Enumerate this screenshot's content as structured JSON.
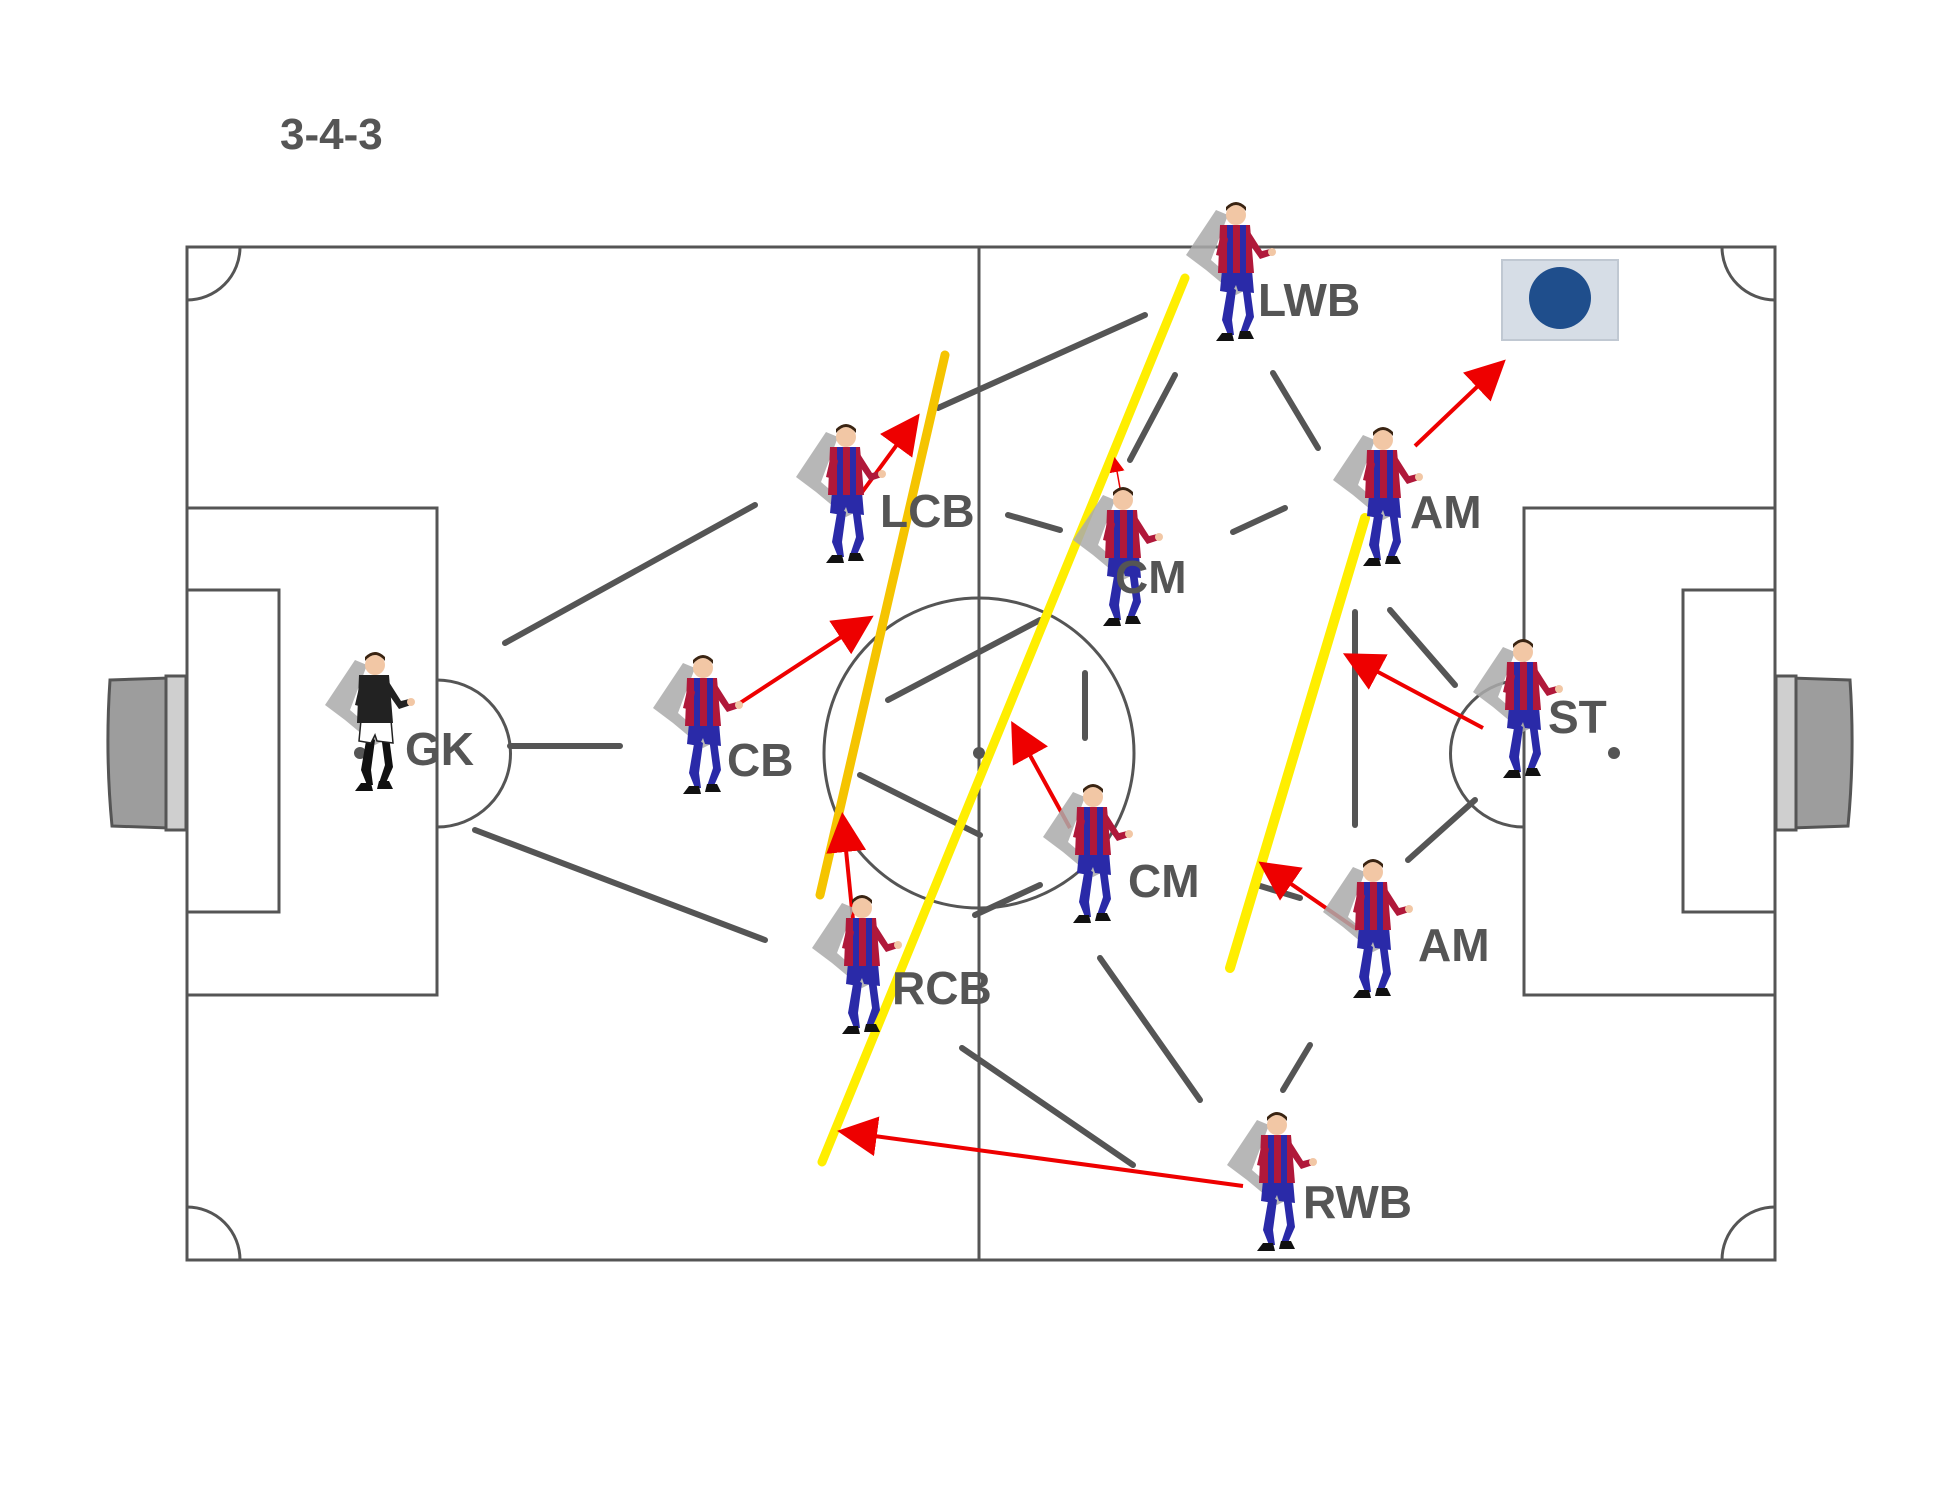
{
  "formation": "3-4-3",
  "colors": {
    "pitch_line": "#555555",
    "link_line": "#555555",
    "arrow": "#ee0000",
    "shift_line": "#ffee00",
    "shift_line_alt": "#f5c400",
    "ball": "#1f4e8c",
    "shirt_red": "#b0183a",
    "shirt_blue": "#2a2aa8",
    "keeper_shirt": "#222222"
  },
  "icons": {
    "ball": "ball-icon",
    "player": "player-icon",
    "goal": "goal-icon"
  },
  "players": [
    {
      "id": "gk",
      "label": "GK",
      "role": "goalkeeper"
    },
    {
      "id": "cb",
      "label": "CB",
      "role": "defender"
    },
    {
      "id": "lcb",
      "label": "LCB",
      "role": "defender"
    },
    {
      "id": "rcb",
      "label": "RCB",
      "role": "defender"
    },
    {
      "id": "lwb",
      "label": "LWB",
      "role": "wing-back"
    },
    {
      "id": "rwb",
      "label": "RWB",
      "role": "wing-back"
    },
    {
      "id": "cm1",
      "label": "CM",
      "role": "midfielder"
    },
    {
      "id": "cm2",
      "label": "CM",
      "role": "midfielder"
    },
    {
      "id": "am1",
      "label": "AM",
      "role": "attacker"
    },
    {
      "id": "am2",
      "label": "AM",
      "role": "attacker"
    },
    {
      "id": "st",
      "label": "ST",
      "role": "striker"
    }
  ]
}
